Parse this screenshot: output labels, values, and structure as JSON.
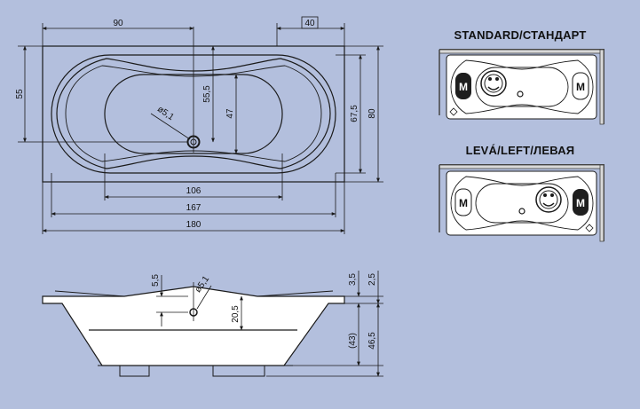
{
  "colors": {
    "background": "#b3bfdd",
    "line": "#1a1a1a",
    "tub_fill": "#ffffff",
    "motor_dark": "#1e1e1e",
    "wall": "#444444"
  },
  "icons": [
    "motor-badge-icon",
    "control-panel-icon",
    "drain-icon",
    "wall-corner-icon"
  ],
  "top_view": {
    "dims": {
      "d90": "90",
      "d40": "40",
      "d55": "55",
      "d55_5": "55,5",
      "d47": "47",
      "d67_5": "67,5",
      "d80": "80",
      "d5_1": "ø5,1",
      "d106": "106",
      "d167": "167",
      "d180": "180"
    }
  },
  "side_view": {
    "dims": {
      "d5_5": "5,5",
      "d5_1": "ø5,1",
      "d20_5": "20,5",
      "d3_5": "3,5",
      "d2_5": "2,5",
      "d43": "(43)",
      "d46_5": "46,5"
    }
  },
  "variants": {
    "standard": {
      "title": "STANDARD/СТАНДАРТ",
      "motor_label": "M",
      "control_label": "M"
    },
    "left": {
      "title": "LEVÁ/LEFT/ЛЕВАЯ",
      "motor_label": "M",
      "control_label": "M"
    }
  }
}
